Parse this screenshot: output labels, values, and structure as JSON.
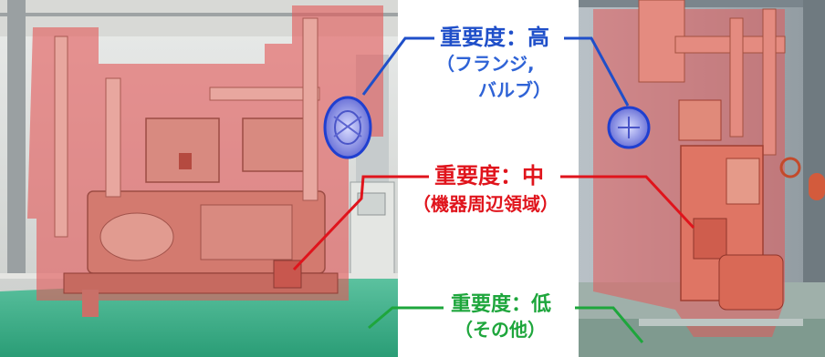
{
  "labels": {
    "high": {
      "title": "重要度：高",
      "detail_line1": "（フランジ,",
      "detail_line2": "バルブ）",
      "color": "#1f4fc9"
    },
    "mid": {
      "title": "重要度：中",
      "detail": "（機器周辺領域）",
      "color": "#e0141c"
    },
    "low": {
      "title": "重要度：低",
      "detail": "（その他）",
      "color": "#1ea63c"
    }
  },
  "overlay_colors": {
    "equipment_region": "#e35a5a",
    "valve_marker": "#2b4fd1",
    "floor": "#2e9e78"
  }
}
